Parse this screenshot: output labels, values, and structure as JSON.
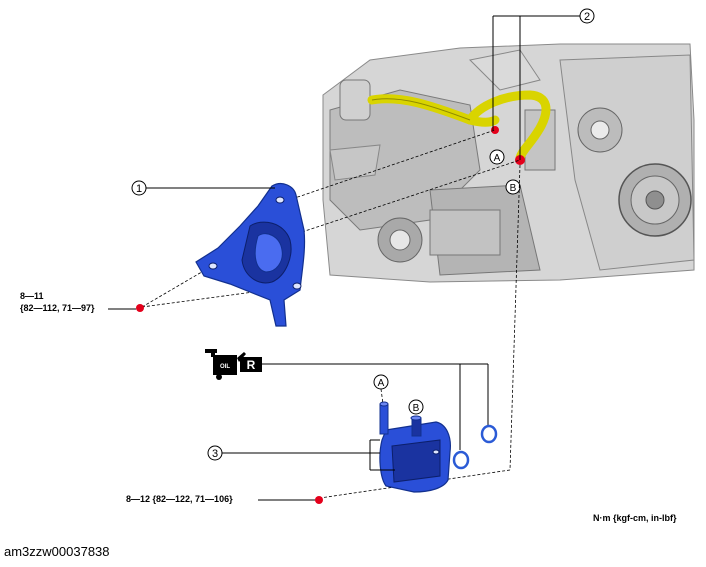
{
  "callouts": {
    "one": "1",
    "two": "2",
    "three": "3",
    "a": "A",
    "b": "B"
  },
  "torque": {
    "upper_line1": "8—11",
    "upper_line2": "{82—112, 71—97}",
    "lower": "8—12 {82—122, 71—106}",
    "units": "N·m {kgf-cm, in-lbf}"
  },
  "symbols": {
    "oil_can_text": "OIL",
    "replace_text": "R",
    "oil_can_icon": "oil-can-icon",
    "replace_icon": "replace-part-icon"
  },
  "colors": {
    "part_blue": "#2a4fd8",
    "part_blue_dark": "#1a33a0",
    "hose_yellow": "#d9d400",
    "torque_dot": "#e4001b",
    "oring_blue": "#2b5bd6",
    "engine_gray": "#c9c9c9"
  },
  "caption": "am3zzw00037838"
}
